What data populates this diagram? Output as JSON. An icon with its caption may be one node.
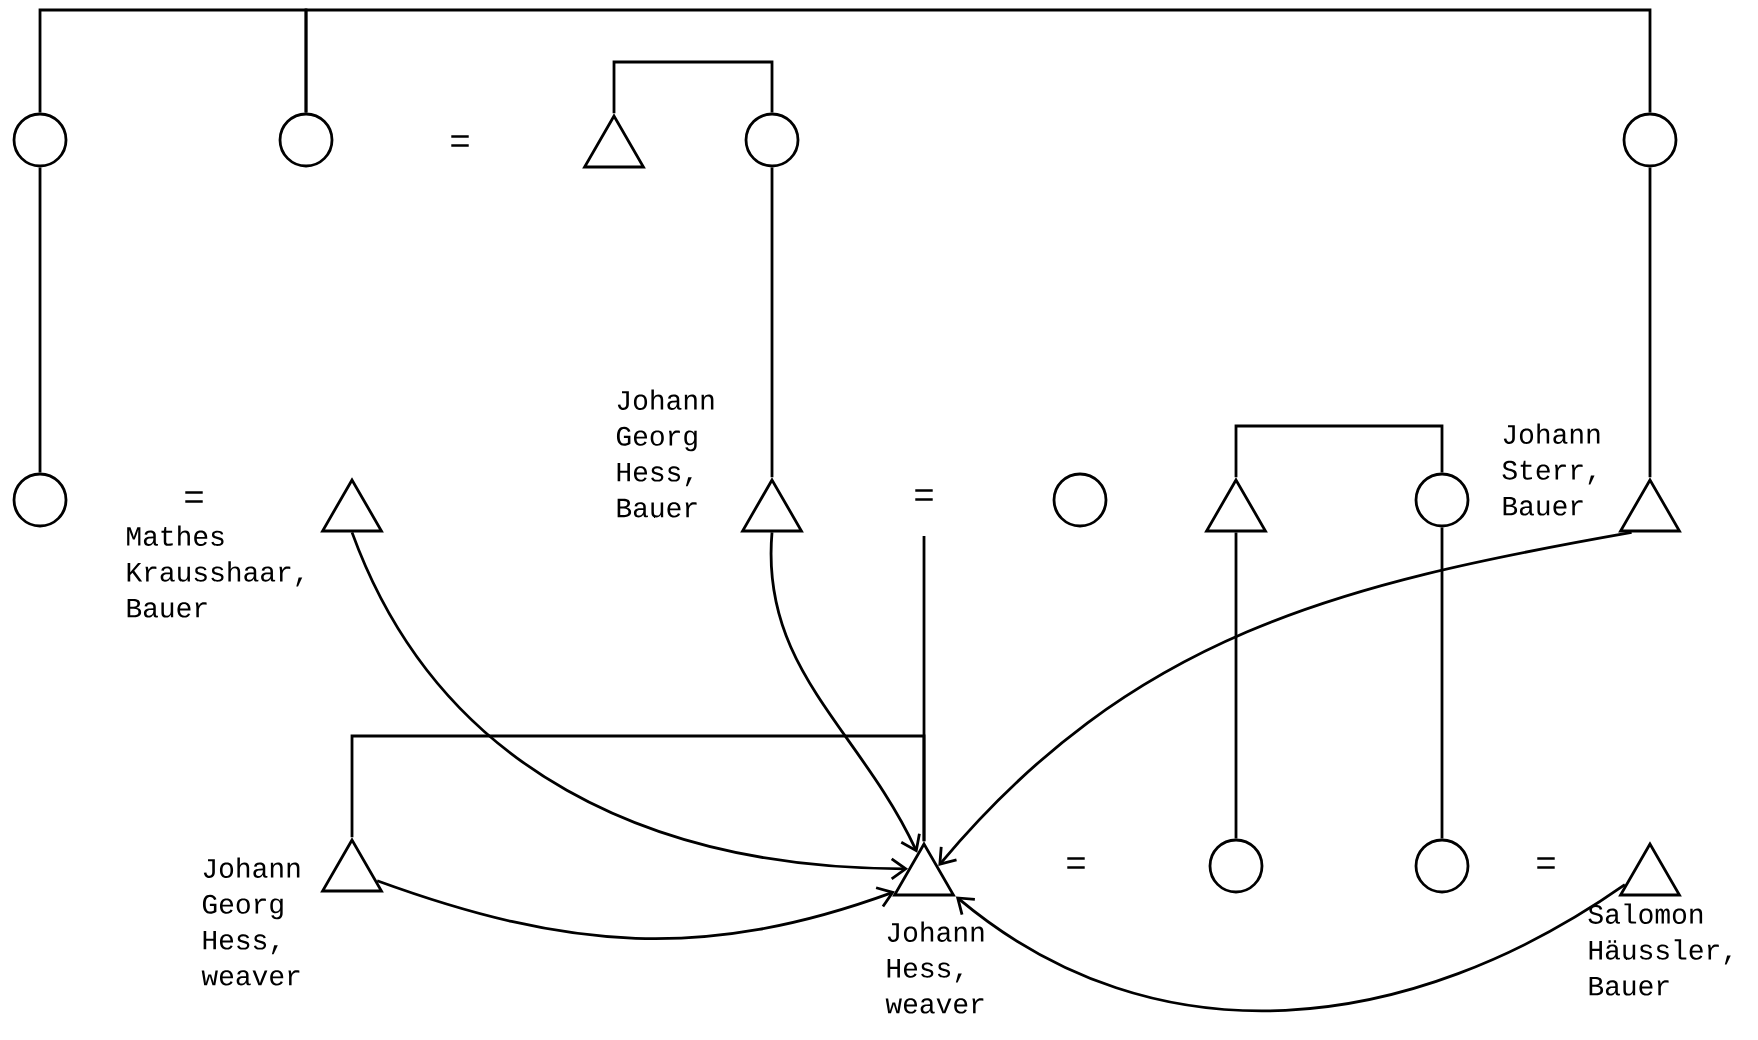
{
  "diagram": {
    "nodes": [
      {
        "text": [],
        "shape": "circle"
      },
      {
        "text": [],
        "shape": "circle"
      },
      {
        "text": [],
        "shape": "triangle"
      },
      {
        "text": [],
        "shape": "circle"
      },
      {
        "text": [],
        "shape": "circle"
      },
      {
        "text": [],
        "shape": "circle"
      },
      {
        "text": [],
        "shape": "triangle",
        "beside": [
          "Mathes Krausshaar, Bauer"
        ]
      },
      {
        "text": [],
        "shape": "triangle",
        "beside": [
          "Johann Georg Hess, Bauer"
        ]
      },
      {
        "text": [],
        "shape": "circle"
      },
      {
        "text": [],
        "shape": "triangle"
      },
      {
        "text": [],
        "shape": "circle"
      },
      {
        "text": [],
        "shape": "triangle",
        "beside": [
          "Johann Sterr, Bauer"
        ]
      },
      {
        "text": [],
        "shape": "triangle",
        "beside": [
          "Johann Georg Hess, weaver"
        ]
      },
      {
        "text": [],
        "shape": "triangle",
        "beside": [
          "Johann Hess, weaver"
        ]
      },
      {
        "text": [],
        "shape": "circle"
      },
      {
        "text": [],
        "shape": "circle"
      },
      {
        "text": [],
        "shape": "triangle",
        "beside": [
          "Salomon Häussler, Bauer"
        ]
      }
    ],
    "edges": [
      {
        "from": 0,
        "to": 1,
        "arrow": "none"
      },
      {
        "from": 1,
        "to": 4,
        "arrow": "none"
      },
      {
        "from": 2,
        "to": 3,
        "arrow": "none"
      },
      {
        "from": 0,
        "to": 5,
        "arrow": "none"
      },
      {
        "from": 3,
        "to": 7,
        "arrow": "none"
      },
      {
        "from": 4,
        "to": 11,
        "arrow": "none"
      },
      {
        "from": 9,
        "to": 10,
        "arrow": "none"
      },
      {
        "from": 9,
        "to": 14,
        "arrow": "none"
      },
      {
        "from": 10,
        "to": 15,
        "arrow": "none"
      },
      {
        "from": null,
        "to": 13,
        "arrow": "none"
      },
      {
        "from": 12,
        "to": 13,
        "arrow": "none"
      },
      {
        "from": 6,
        "to": 13,
        "arrow": "to"
      },
      {
        "from": 7,
        "to": 13,
        "arrow": "to"
      },
      {
        "from": 11,
        "to": 13,
        "arrow": "to"
      },
      {
        "from": 12,
        "to": 13,
        "arrow": "to"
      },
      {
        "from": 16,
        "to": 13,
        "arrow": "to"
      }
    ],
    "labels": [
      "=",
      "=",
      "=",
      "=",
      "="
    ]
  }
}
